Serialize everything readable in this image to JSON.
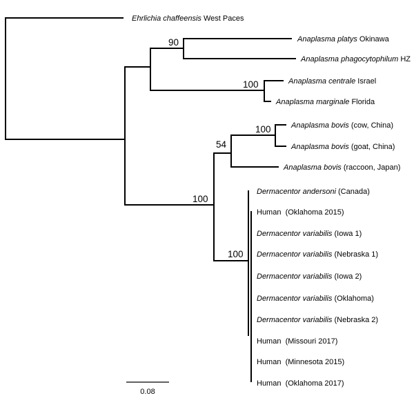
{
  "taxa": {
    "ehrlichia": {
      "genus_species": "Ehrlichia chaffeensis",
      "strain": "West Paces"
    },
    "platys": {
      "genus_species": "Anaplasma platys",
      "strain": "Okinawa"
    },
    "phago": {
      "genus_species": "Anaplasma phagocytophilum",
      "strain": "HZ"
    },
    "centrale": {
      "genus_species": "Anaplasma centrale",
      "strain": "Israel"
    },
    "marginale": {
      "genus_species": "Anaplasma marginale",
      "strain": "Florida"
    },
    "bovis_cow": {
      "genus_species": "Anaplasma bovis",
      "strain": "(cow, China)"
    },
    "bovis_goat": {
      "genus_species": "Anaplasma bovis",
      "strain": "(goat, China)"
    },
    "bovis_raccoon": {
      "genus_species": "Anaplasma bovis",
      "strain": "(raccoon, Japan)"
    },
    "d_andersoni": {
      "genus_species": "Dermacentor andersoni",
      "strain": "(Canada)"
    },
    "human_ok2015": {
      "genus_species": "",
      "strain": "Human  (Oklahoma 2015)"
    },
    "dv_iowa1": {
      "genus_species": "Dermacentor variabilis",
      "strain": "(Iowa 1)"
    },
    "dv_nebraska1": {
      "genus_species": "Dermacentor variabilis",
      "strain": "(Nebraska 1)"
    },
    "dv_iowa2": {
      "genus_species": "Dermacentor variabilis",
      "strain": "(Iowa 2)"
    },
    "dv_oklahoma": {
      "genus_species": "Dermacentor variabilis",
      "strain": "(Oklahoma)"
    },
    "dv_nebraska2": {
      "genus_species": "Dermacentor variabilis",
      "strain": "(Nebraska 2)"
    },
    "human_mo2017": {
      "genus_species": "",
      "strain": "Human  (Missouri 2017)"
    },
    "human_mn2015": {
      "genus_species": "",
      "strain": "Human  (Minnesota 2015)"
    },
    "human_ok2017": {
      "genus_species": "",
      "strain": "Human  (Oklahoma 2017)"
    }
  },
  "bootstrap": {
    "platys_phago": "90",
    "centrale_marginale": "100",
    "bovis_cow_goat": "100",
    "bovis_clade": "54",
    "bovis_dermacentor": "100",
    "dermacentor_clade": "100"
  },
  "scale_bar": {
    "label": "0.08"
  }
}
